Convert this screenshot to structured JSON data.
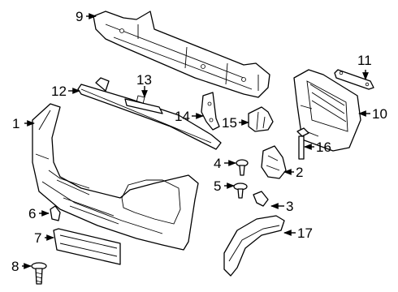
{
  "callouts": [
    {
      "number": "1"
    },
    {
      "number": "2"
    },
    {
      "number": "3"
    },
    {
      "number": "4"
    },
    {
      "number": "5"
    },
    {
      "number": "6"
    },
    {
      "number": "7"
    },
    {
      "number": "8"
    },
    {
      "number": "9"
    },
    {
      "number": "10"
    },
    {
      "number": "11"
    },
    {
      "number": "12"
    },
    {
      "number": "13"
    },
    {
      "number": "14"
    },
    {
      "number": "15"
    },
    {
      "number": "16"
    },
    {
      "number": "17"
    }
  ]
}
